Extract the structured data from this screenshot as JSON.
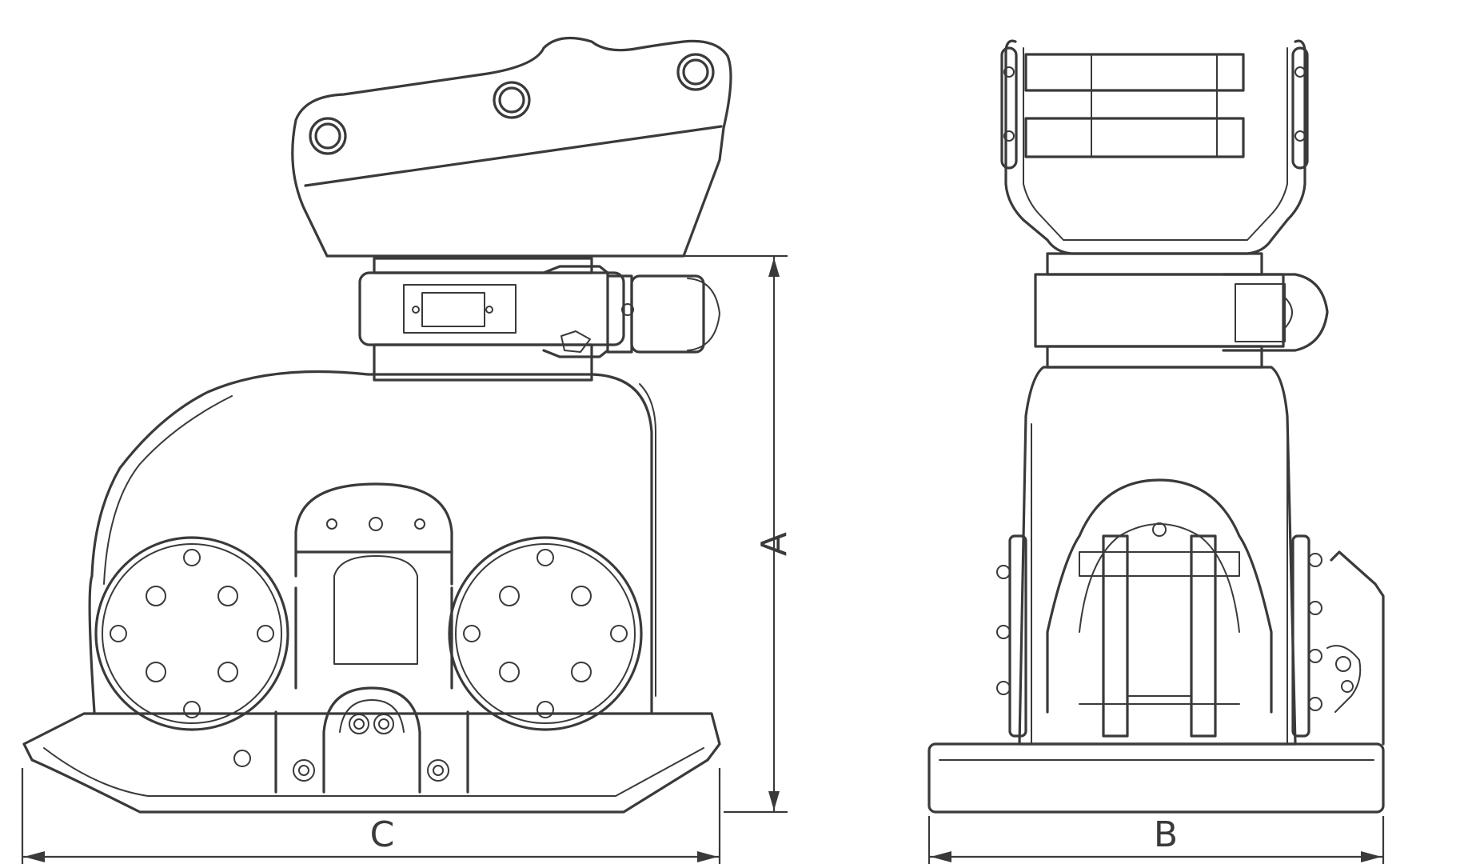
{
  "dimensions": {
    "height_label": "A",
    "depth_label": "B",
    "length_label": "C"
  },
  "colors": {
    "line": "#3a3a3a",
    "background": "#ffffff"
  }
}
